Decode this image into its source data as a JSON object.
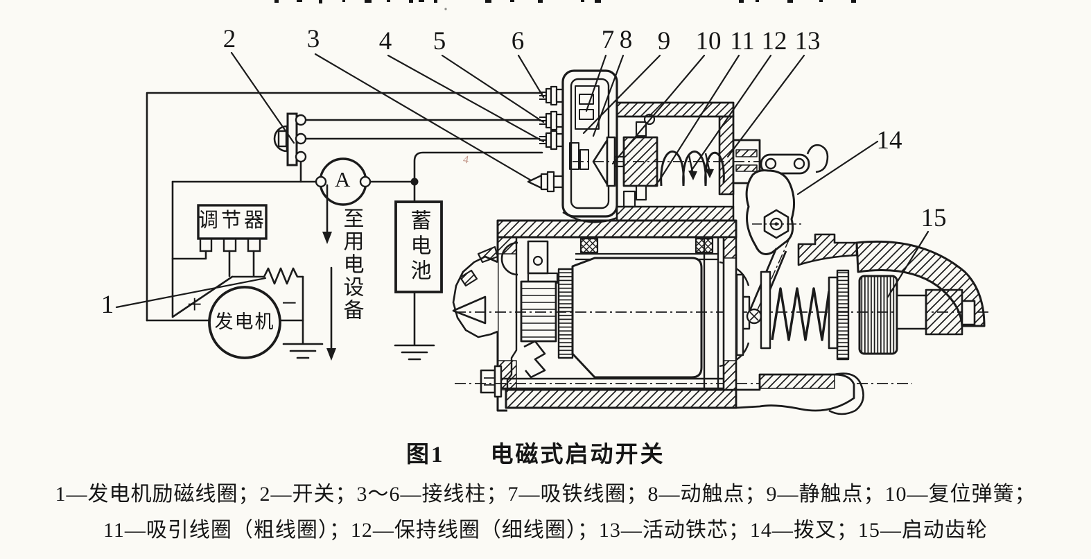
{
  "figure": {
    "caption_label": "图1",
    "caption_title": "电磁式启动开关",
    "legend_line1": "1—发电机励磁线圈；2—开关；3～6—接线柱；7—吸铁线圈；8—动触点；9—静触点；10—复位弹簧；",
    "legend_line2": "11—吸引线圈（粗线圈）；12—保持线圈（细线圈）；13—活动铁芯；14—拨叉；15—启动齿轮"
  },
  "circuit": {
    "regulator_label": "调节器",
    "generator_label": "发电机",
    "battery_label": "蓄电池",
    "ammeter_label": "A",
    "to_load_label": "至用电设备",
    "plus_sign": "+",
    "minus_sign": "−"
  },
  "callouts": {
    "c1": "1",
    "c2": "2",
    "c3": "3",
    "c4": "4",
    "c5": "5",
    "c6": "6",
    "c7": "7",
    "c8": "8",
    "c9": "9",
    "c10": "10",
    "c11": "11",
    "c12": "12",
    "c13": "13",
    "c14": "14",
    "c15": "15"
  },
  "stray_mark": "4",
  "colors": {
    "ink": "#1b1b1b",
    "paper": "#fbfaf5"
  }
}
